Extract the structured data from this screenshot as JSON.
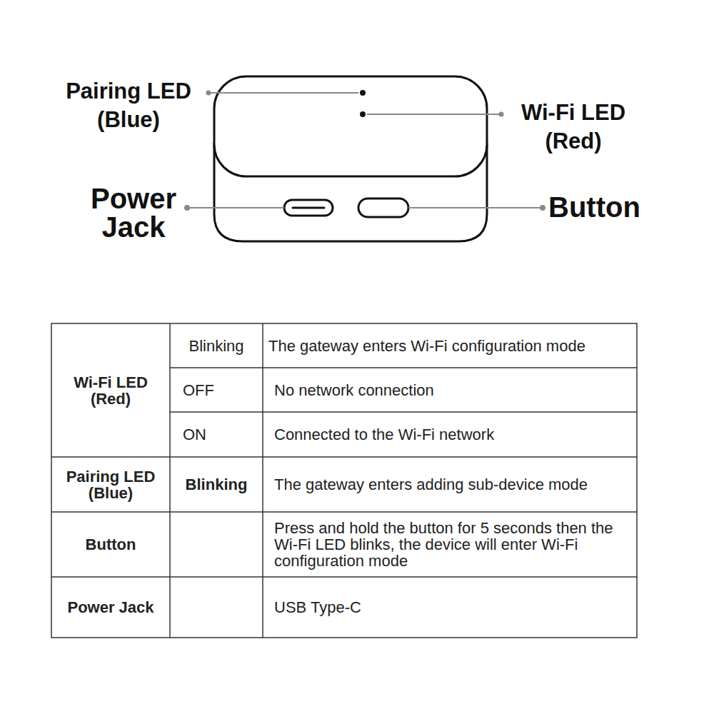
{
  "diagram": {
    "labels": [
      "Pairing LED (Blue)",
      "Wi-Fi LED (Red)",
      "Power Jack",
      "Button",
      "Wi-Fi LED (Red)",
      "Blinking",
      "The gateway enters Wi-Fi configuration mode",
      "OFF",
      "No network connection",
      "ON",
      "Connected to the Wi-Fi network",
      "Pairing LED (Blue)",
      "Blinking",
      "The gateway enters adding sub-device mode",
      "Button",
      "Press and hold the button for 5 seconds then the Wi-Fi LED blinks, the device will enter Wi-Fi configuration mode",
      "Power Jack",
      "USB Type-C"
    ]
  }
}
